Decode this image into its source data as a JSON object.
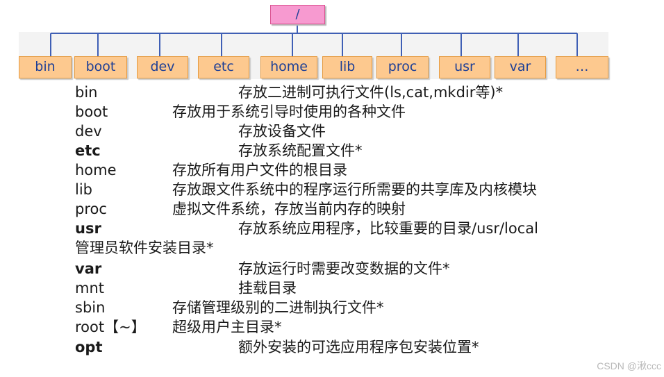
{
  "tree": {
    "root": "/",
    "children": [
      "bin",
      "boot",
      "dev",
      "etc",
      "home",
      "lib",
      "proc",
      "usr",
      "var",
      "…"
    ]
  },
  "entries": [
    {
      "name": "bin",
      "desc": "存放二进制可执行文件(ls,cat,mkdir等)*"
    },
    {
      "name": "boot",
      "desc": "存放用于系统引导时使用的各种文件"
    },
    {
      "name": "dev",
      "desc": "存放设备文件"
    },
    {
      "name": "etc",
      "desc": "存放系统配置文件*"
    },
    {
      "name": "home",
      "desc": "存放所有用户文件的根目录"
    },
    {
      "name": "lib",
      "desc": "存放跟文件系统中的程序运行所需要的共享库及内核模块"
    },
    {
      "name": "proc",
      "desc": "虚拟文件系统，存放当前内存的映射"
    },
    {
      "name": "usr",
      "desc": "存放系统应用程序，比较重要的目录/usr/local"
    },
    {
      "name": "",
      "desc": "管理员软件安装目录*"
    },
    {
      "name": "var",
      "desc": "存放运行时需要改变数据的文件*"
    },
    {
      "name": "mnt",
      "desc": "挂载目录"
    },
    {
      "name": "sbin",
      "desc": "存储管理级别的二进制执行文件*"
    },
    {
      "name": "root【~】",
      "desc": "超级用户主目录*"
    },
    {
      "name": "opt",
      "desc": "额外安装的可选应用程序包安装位置*"
    }
  ],
  "watermark": "CSDN @湫ccc"
}
